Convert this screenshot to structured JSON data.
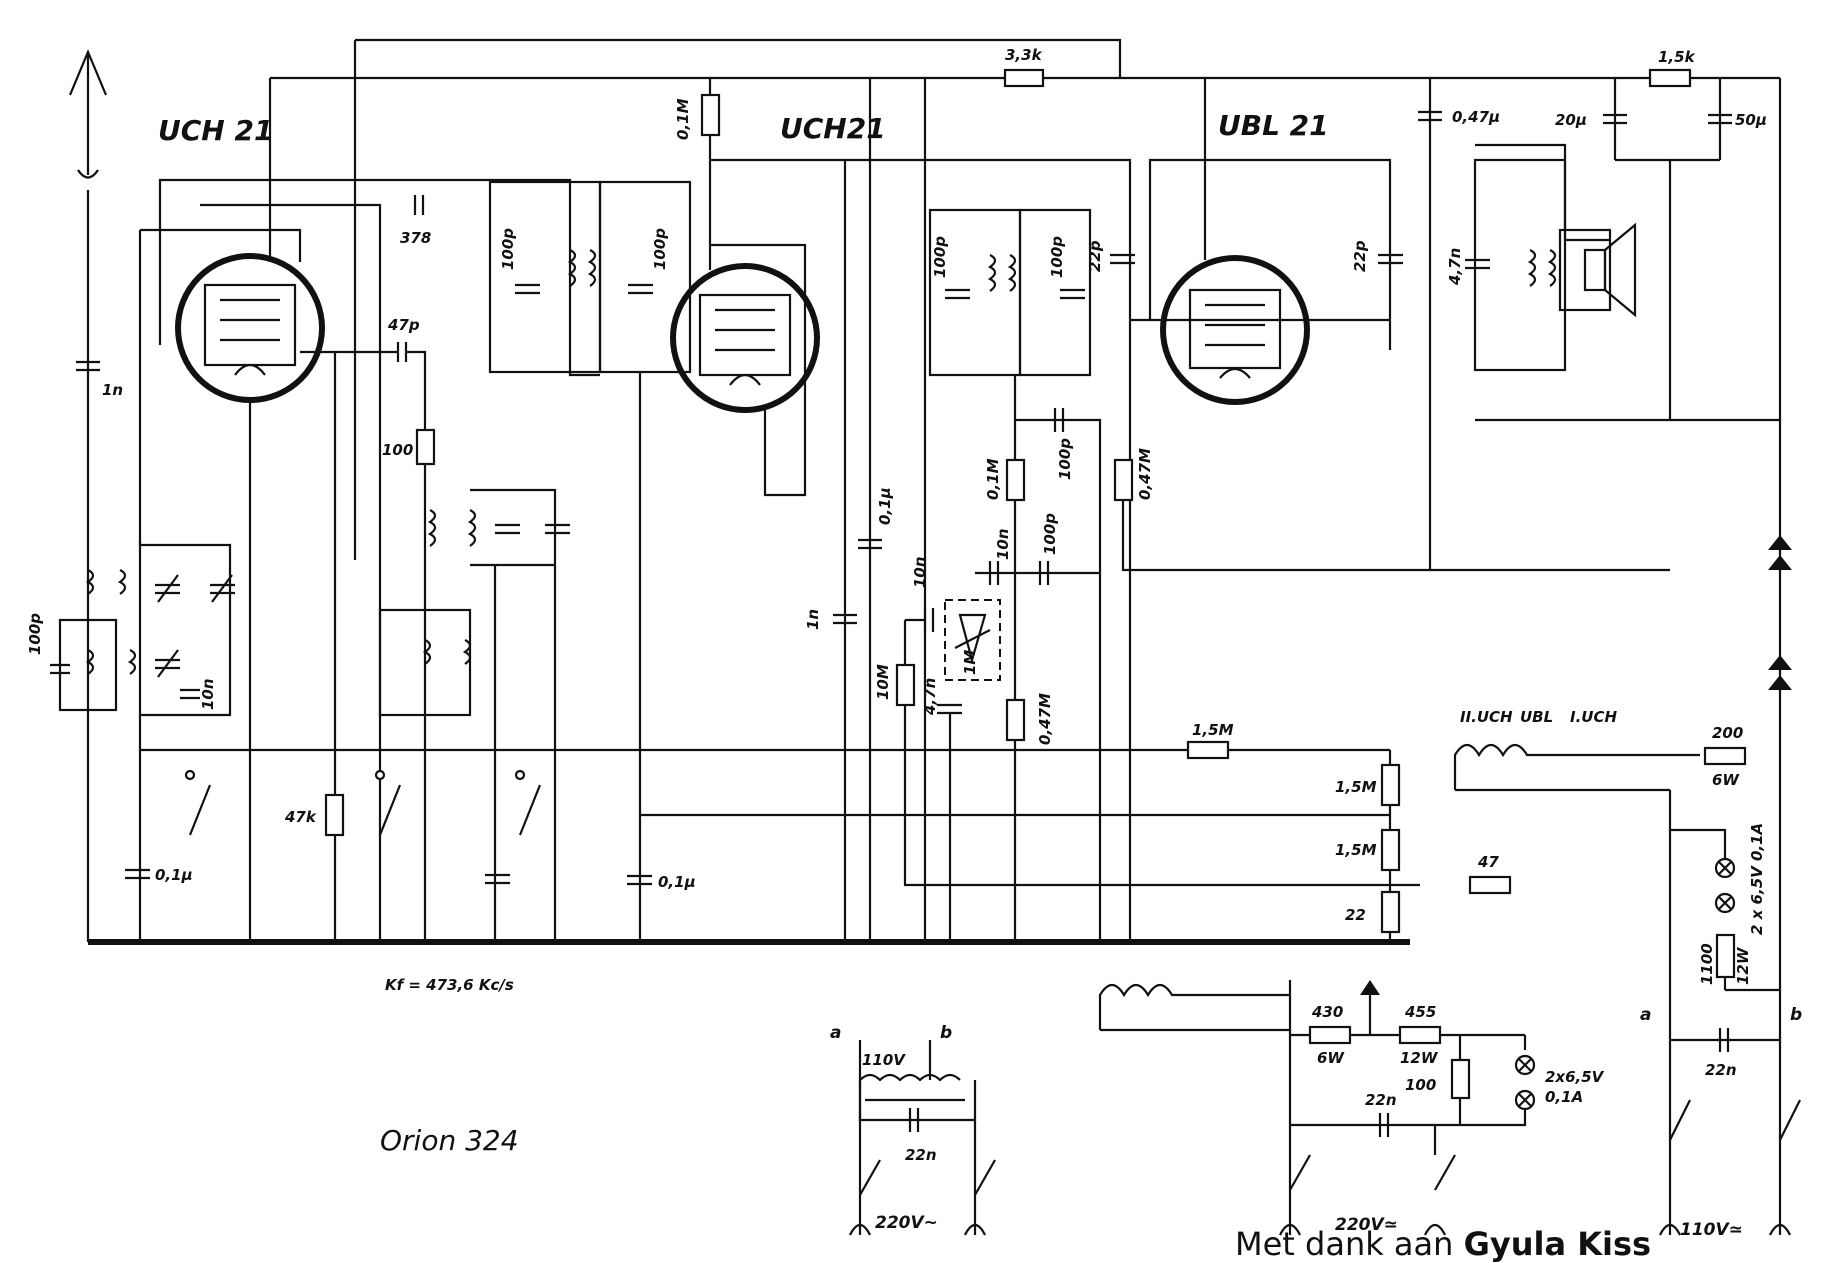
{
  "title": "Orion 324",
  "credit": {
    "prefix": "Met dank aan",
    "name": "Gyula Kiss"
  },
  "if_note": "Kf = 473,6 Kc/s",
  "tubes": [
    {
      "id": "t1",
      "label": "UCH 21"
    },
    {
      "id": "t2",
      "label": "UCH21"
    },
    {
      "id": "t3",
      "label": "UBL 21"
    }
  ],
  "values": {
    "c_ant_1n": "1n",
    "c_100p_in": "100p",
    "c_10n_osc": "10n",
    "c_01u_a": "0,1µ",
    "c_378": "378",
    "c_47p": "47p",
    "r_100": "100",
    "r_47k": "47k",
    "c_100p_if1a": "100p",
    "c_100p_if1b": "100p",
    "c_01u_b": "0,1µ",
    "r_01M": "0,1M",
    "r_33k": "3,3k",
    "c_01u_c": "0,1µ",
    "c_1n_b": "1n",
    "c_10n_b": "10n",
    "r_10M": "10M",
    "c_47n_b": "4,7n",
    "pot_1M": "1M",
    "c_100p_if2a": "100p",
    "c_100p_if2b": "100p",
    "r_01M_b": "0,1M",
    "c_100p_b": "100p",
    "c_10n_c": "10n",
    "c_100p_c": "100p",
    "r_047M_a": "0,47M",
    "c_22p_a": "22p",
    "r_047M_b": "0,47M",
    "c_22p_b": "22p",
    "c_047u": "0,47µ",
    "c_47n_c": "4,7n",
    "c_20u": "20µ",
    "r_15k": "1,5k",
    "c_50u": "50µ",
    "r_15M_a": "1,5M",
    "r_15M_b": "1,5M",
    "r_15M_c": "1,5M",
    "r_22": "22",
    "r_47": "47",
    "r_200": "200",
    "r_200_w": "6W",
    "lamps_rating": "2 x 6,5V 0,1A",
    "r_1100": "1100",
    "r_1100_w": "12W",
    "c_22n_r": "22n",
    "heater_labels": [
      "II.UCH",
      "UBL",
      "I.UCH"
    ],
    "r_430": "430",
    "r_430_w": "6W",
    "r_455": "455",
    "r_455_w": "12W",
    "c_22n_m": "22n",
    "r_100_m": "100",
    "lamps_m": "2x6,5V",
    "lamps_m2": "0,1A",
    "mains_m": "220V≃",
    "mains_r": "110V≃",
    "tr_110": "110V",
    "tr_22n": "22n",
    "tr_220": "220V~",
    "term_a": "a",
    "term_b": "b",
    "term_a2": "a",
    "term_b2": "b"
  }
}
